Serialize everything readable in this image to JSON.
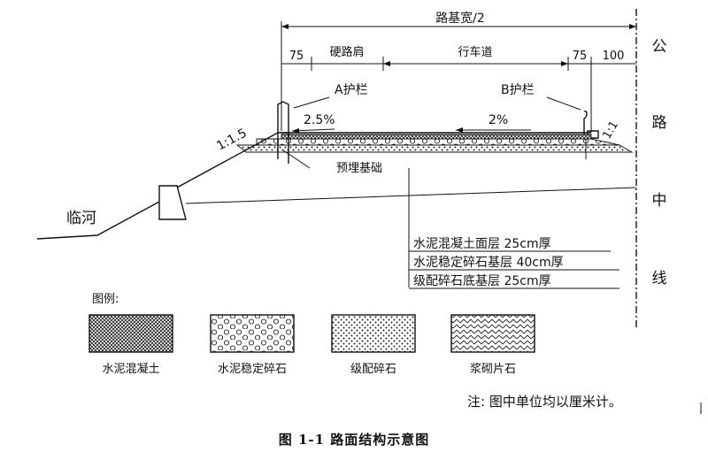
{
  "dimensions": {
    "roadbed_half_width": "路基宽/2",
    "d1": "75",
    "hard_shoulder": "硬路肩",
    "carriageway": "行车道",
    "d2": "75",
    "d3": "100"
  },
  "annotations": {
    "guardrail_a": "A护栏",
    "guardrail_b": "B护栏",
    "slope_a": "2.5%",
    "slope_b": "2%",
    "side_slope": "1:1.5",
    "right_slope": "1:1",
    "foundation": "预埋基础",
    "river": "临河"
  },
  "centerline": [
    "公",
    "路",
    "中",
    "线"
  ],
  "layers": [
    "水泥混凝土面层 25cm厚",
    "水泥稳定碎石基层 40cm厚",
    "级配碎石底基层 25cm厚"
  ],
  "legend": {
    "title": "图例:",
    "items": [
      {
        "label": "水泥混凝土",
        "pattern": "concrete"
      },
      {
        "label": "水泥稳定碎石",
        "pattern": "stabilized-gravel"
      },
      {
        "label": "级配碎石",
        "pattern": "graded-gravel"
      },
      {
        "label": "浆砌片石",
        "pattern": "mortar-rubble"
      }
    ]
  },
  "note": "注: 图中单位均以厘米计。",
  "caption": "图 1-1   路面结构示意图"
}
